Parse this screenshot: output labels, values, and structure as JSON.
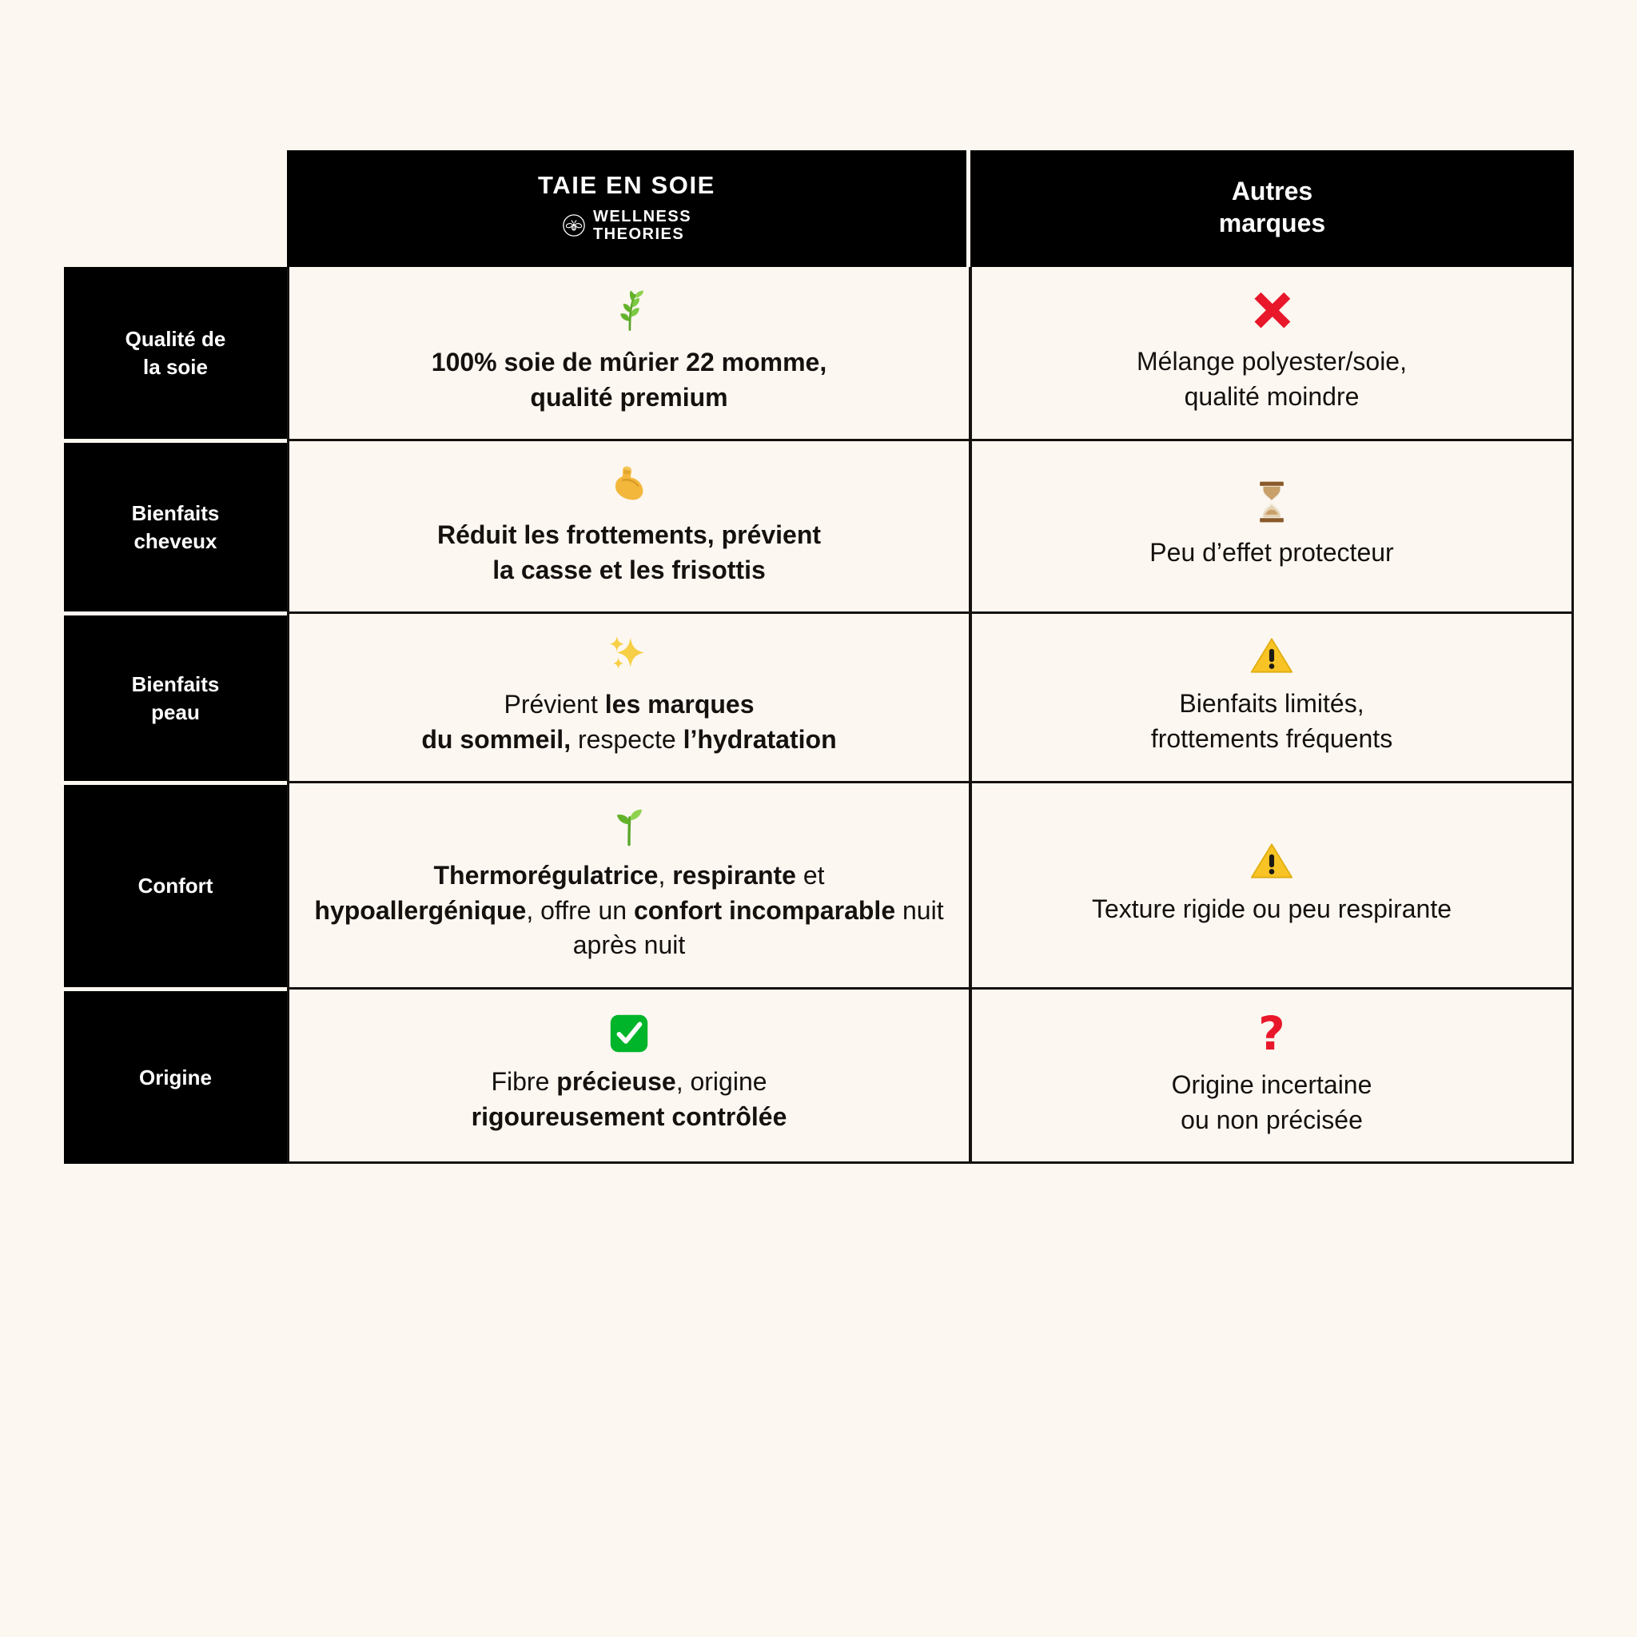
{
  "meta": {
    "background_color": "#fdf7f1",
    "header_background": "#000000",
    "text_color": "#14110f",
    "accent_red": "#e8172a",
    "accent_green": "#00b52a",
    "accent_yellow": "#f5c518"
  },
  "header": {
    "label_column": "",
    "brand": {
      "title": "TAIE EN SOIE",
      "logo_icon": "bee-in-circle-icon",
      "logo_line1": "WELLNESS",
      "logo_line2": "THEORIES",
      "logo_text": "WELLNESS\nTHEORIES"
    },
    "other": {
      "title": "Autres\nmarques",
      "line1": "Autres",
      "line2": "marques"
    }
  },
  "rows": [
    {
      "label": "Qualité de\nla soie",
      "brand": {
        "icon": "herb-emoji",
        "icon_glyph": "🌿",
        "text": "100% soie de mûrier 22 momme, qualité premium",
        "line1": "100% soie de mûrier 22 momme,",
        "line2": "qualité premium",
        "bold": true
      },
      "other": {
        "icon": "cross-mark-icon",
        "icon_glyph": "✖",
        "icon_color": "#e8172a",
        "text": "Mélange polyester/soie, qualité moindre",
        "line1": "Mélange polyester/soie,",
        "line2": "qualité moindre"
      }
    },
    {
      "label": "Bienfaits\ncheveux",
      "brand": {
        "icon": "flexed-biceps-emoji",
        "icon_glyph": "💪",
        "text": "Réduit les frottements, prévient la casse et les frisottis",
        "line1": "Réduit les frottements, prévient",
        "line2": "la casse et les frisottis",
        "bold": true
      },
      "other": {
        "icon": "hourglass-icon",
        "icon_glyph": "⌛",
        "text": "Peu d’effet protecteur",
        "line1": "Peu d’effet protecteur",
        "line2": ""
      }
    },
    {
      "label": "Bienfaits\npeau",
      "brand": {
        "icon": "sparkles-emoji",
        "icon_glyph": "✨",
        "text": "Prévient les marques du sommeil, respecte l’hydratation",
        "line1_plain": "Prévient ",
        "line1_bold": "les marques",
        "line2_bold_a": "du sommeil,",
        "line2_plain": " respecte ",
        "line2_bold_b": "l’hydratation",
        "bold": false
      },
      "other": {
        "icon": "warning-triangle-icon",
        "icon_glyph": "⚠",
        "text": "Bienfaits limités, frottements fréquents",
        "line1": "Bienfaits limités,",
        "line2": "frottements fréquents"
      }
    },
    {
      "label": "Confort",
      "brand": {
        "icon": "seedling-emoji",
        "icon_glyph": "🌱",
        "text": "Thermorégulatrice, respirante et hypoallergénique, offre un confort incomparable nuit après nuit",
        "b1": "Thermorégulatrice",
        "p1": ", ",
        "b2": "respirante",
        "p2": " et ",
        "b3": "hypoallergénique",
        "p3": ", offre un ",
        "b4": "confort incomparable",
        "p4": " nuit après nuit",
        "bold": false
      },
      "other": {
        "icon": "warning-triangle-icon",
        "icon_glyph": "⚠",
        "text": "Texture rigide ou peu respirante",
        "line1": "Texture rigide ou peu respirante",
        "line2": ""
      }
    },
    {
      "label": "Origine",
      "brand": {
        "icon": "check-mark-button-icon",
        "icon_glyph": "✅",
        "text": "Fibre précieuse, origine rigoureusement contrôlée",
        "p1": "Fibre ",
        "b1": "précieuse",
        "p2": ", origine",
        "b2": "rigoureusement contrôlée",
        "bold": false
      },
      "other": {
        "icon": "question-mark-icon",
        "icon_glyph": "❓",
        "icon_color": "#e8172a",
        "text": "Origine incertaine ou non précisée",
        "line1": "Origine incertaine",
        "line2": "ou non précisée"
      }
    }
  ]
}
